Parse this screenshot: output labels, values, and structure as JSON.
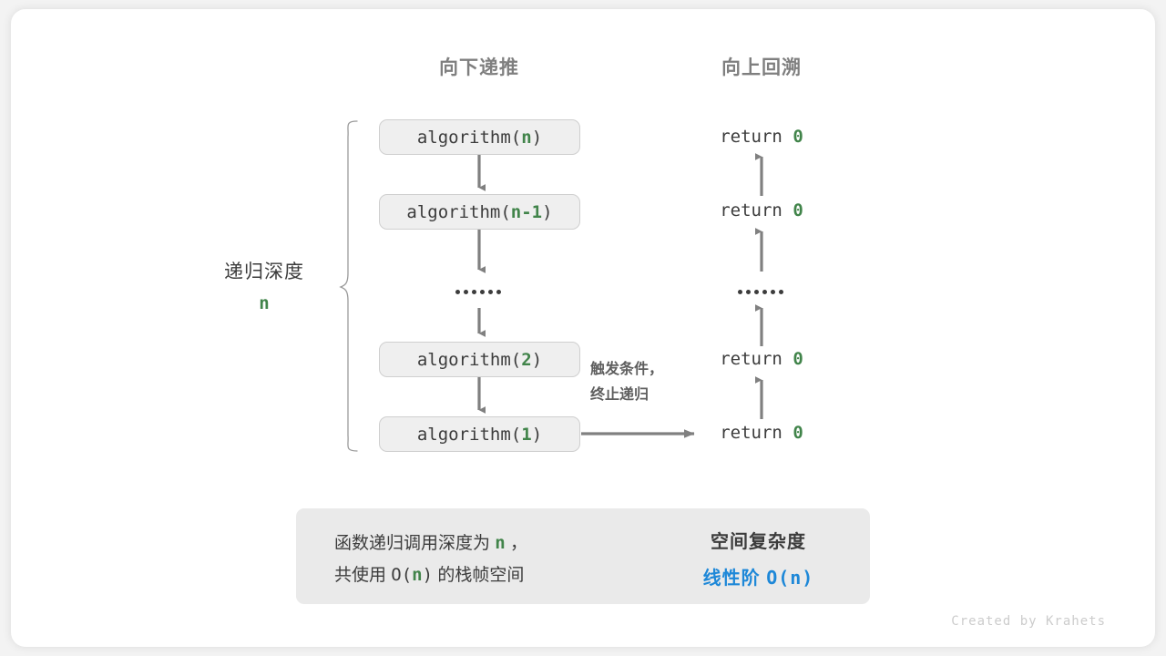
{
  "footer": {
    "credit": "Created by Krahets"
  },
  "headers": {
    "left": "向下递推",
    "right": "向上回溯"
  },
  "depth": {
    "label": "递归深度",
    "value": "n"
  },
  "note": {
    "line1": "触发条件，",
    "line2": "终止递归"
  },
  "calls": [
    {
      "name": "algorithm(",
      "arg": "n",
      "close": ")"
    },
    {
      "name": "algorithm(",
      "arg": "n-1",
      "close": ")"
    },
    {
      "name": "algorithm(",
      "arg": "2",
      "close": ")"
    },
    {
      "name": "algorithm(",
      "arg": "1",
      "close": ")"
    }
  ],
  "returns": [
    {
      "text": "return ",
      "value": "0"
    },
    {
      "text": "return ",
      "value": "0"
    },
    {
      "text": "return ",
      "value": "0"
    },
    {
      "text": "return ",
      "value": "0"
    }
  ],
  "ellipsis": {
    "dot_count": 6
  },
  "summary": {
    "left_line1_a": "函数递归调用深度为 ",
    "left_line1_n": "n",
    "left_line1_b": " ，",
    "left_line2_a": "共使用 ",
    "left_line2_O": "O(",
    "left_line2_n": "n",
    "left_line2_Ob": ")",
    "left_line2_b": " 的栈帧空间",
    "arrow": "block-arrow-right",
    "right_line1": "空间复杂度",
    "right_line2_a": "线性阶 ",
    "right_line2_b": "O(n)"
  },
  "colors": {
    "green": "#41844a",
    "blue": "#1e88d8",
    "gray_text": "#3c3c3c",
    "header_gray": "#7f7f7f",
    "box_fill": "#efefef",
    "box_border": "#cfcfcf",
    "panel_fill": "#eaeaea",
    "arrow_gray": "#808080"
  }
}
